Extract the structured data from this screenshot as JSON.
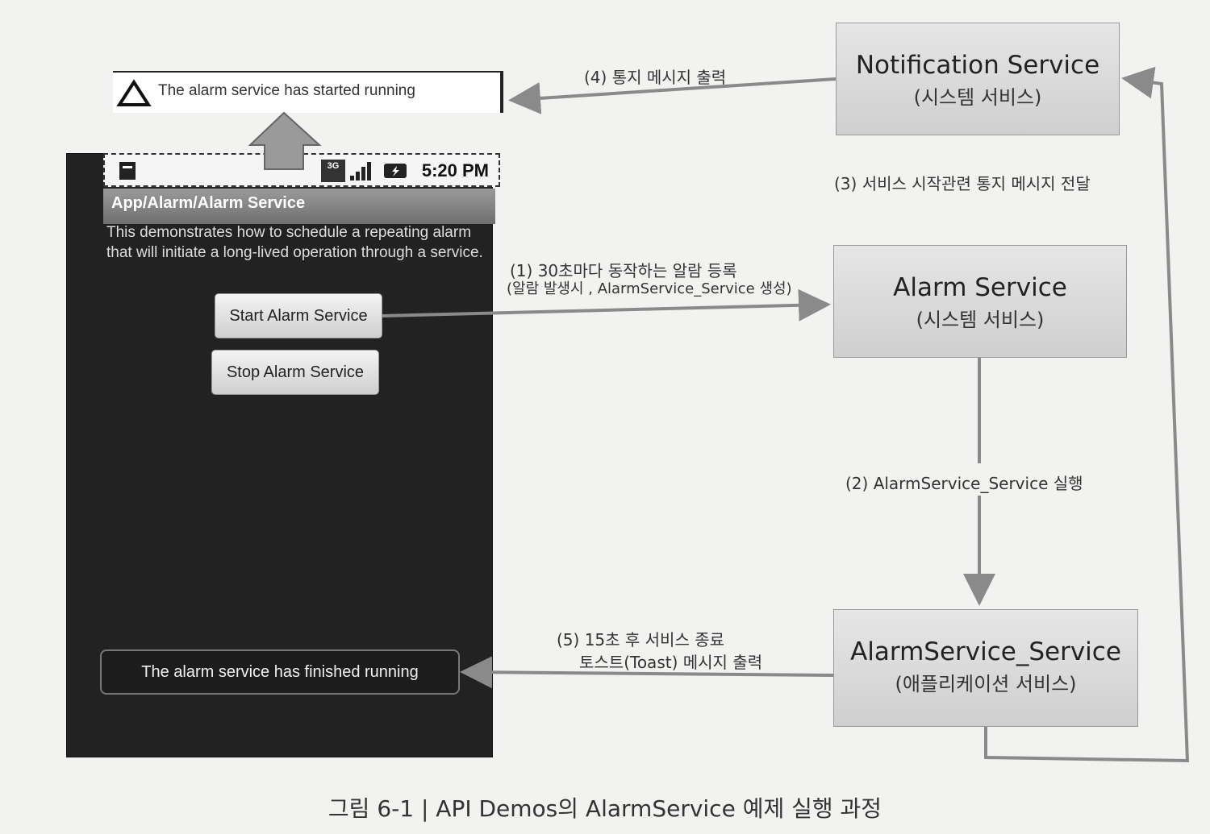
{
  "notification": {
    "text": "The alarm service has started running"
  },
  "phone": {
    "status_time": "5:20 PM",
    "network_badge": "3G",
    "app_title": "App/Alarm/Alarm Service",
    "description": "This demonstrates how to schedule a repeating alarm that will initiate a long-lived operation through a service.",
    "start_button": "Start Alarm Service",
    "stop_button": "Stop Alarm Service",
    "toast": "The alarm service has finished running"
  },
  "boxes": {
    "notification_service": {
      "title": "Notification  Service",
      "subtitle": "(시스템 서비스)"
    },
    "alarm_service": {
      "title": "Alarm  Service",
      "subtitle": "(시스템 서비스)"
    },
    "app_service": {
      "title": "AlarmService_Service",
      "subtitle": "(애플리케이션 서비스)"
    }
  },
  "labels": {
    "step1_line1": "(1)  30초마다 동작하는 알람 등록",
    "step1_line2": "(알람 발생시 , AlarmService_Service 생성)",
    "step2": "(2) AlarmService_Service 실행",
    "step3": "(3) 서비스 시작관련 통지 메시지 전달",
    "step4": "(4) 통지 메시지 출력",
    "step5_line1": "(5) 15초 후 서비스 종료",
    "step5_line2": "토스트(Toast) 메시지 출력"
  },
  "caption": "그림 6-1   |   API Demos의 AlarmService 예제 실행 과정",
  "colors": {
    "arrow": "#8a8a8a",
    "box_fill": "#dcdcdc",
    "phone_bg": "#222222"
  }
}
